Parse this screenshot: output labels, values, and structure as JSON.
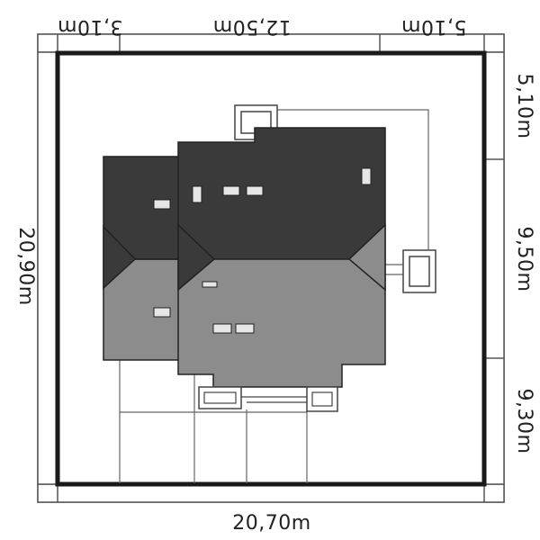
{
  "dimensions": {
    "top": [
      "3,10m",
      "12,50m",
      "5,10m"
    ],
    "right": [
      "5,10m",
      "9,50m",
      "9,30m"
    ],
    "bottom": "20,70m",
    "left": "20,90m"
  },
  "colors": {
    "roof_dark": "#3a3a3a",
    "roof_light": "#8c8c8c",
    "plot_border": "#1a1a1a",
    "line": "#555555",
    "background": "#ffffff"
  }
}
